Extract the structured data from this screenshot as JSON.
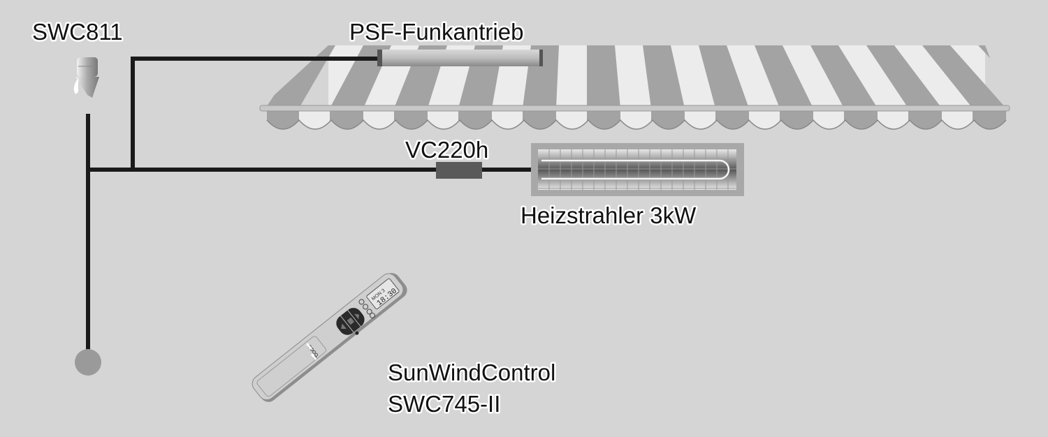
{
  "labels": {
    "sensor": "SWC811",
    "motor": "PSF-Funkantrieb",
    "dimmer": "VC220h",
    "heater": "Heizstrahler 3kW",
    "remote_line1": "SunWindControl",
    "remote_line2": "SWC745-II"
  },
  "remote_display": {
    "day": "MON 3",
    "time": "18:30"
  },
  "colors": {
    "background": "#d5d5d5",
    "wire": "#1a1a1a",
    "stripe_dark": "#a3a3a3",
    "stripe_light": "#ececec"
  }
}
